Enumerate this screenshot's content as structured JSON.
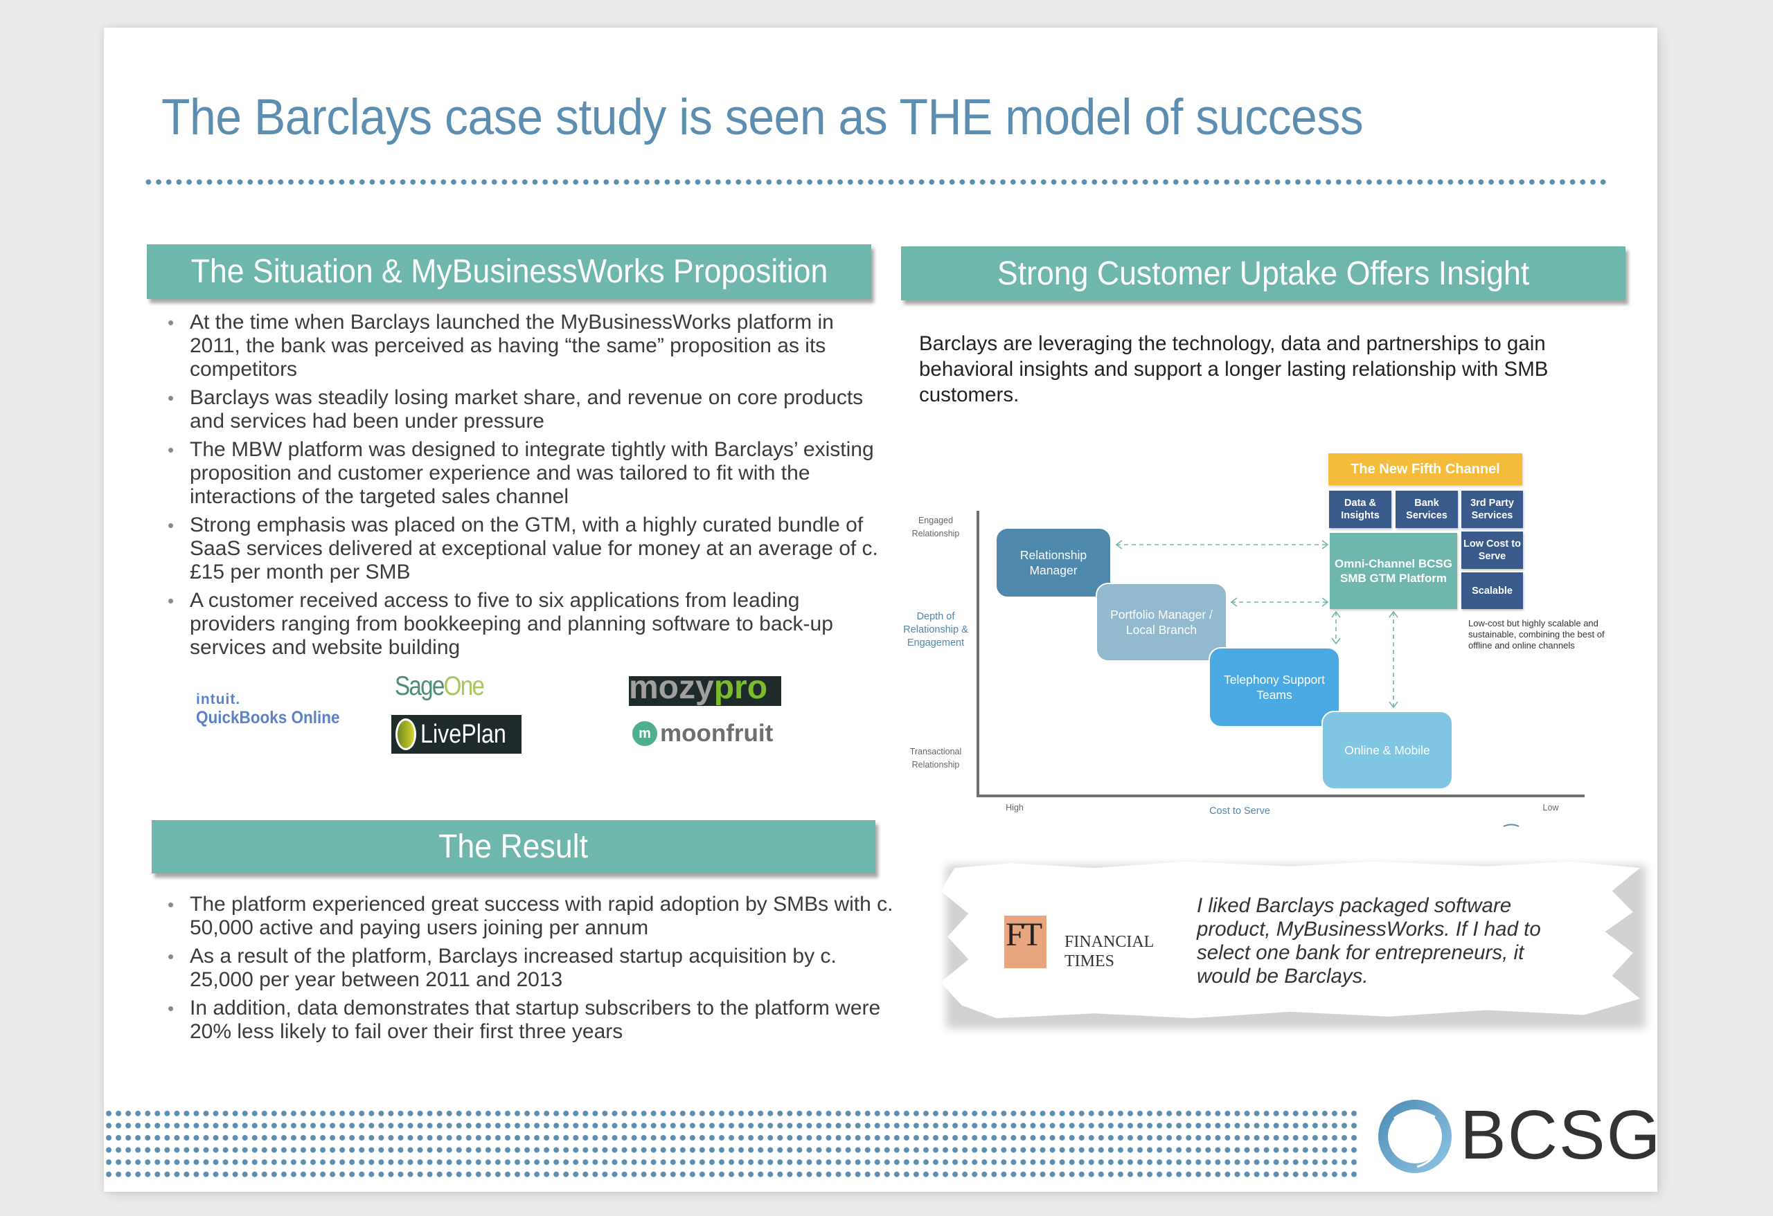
{
  "slide": {
    "title": "The Barclays case study is seen as THE model of success"
  },
  "situation": {
    "header": "The Situation & MyBusinessWorks Proposition",
    "bullets": [
      "At the time when Barclays launched the MyBusinessWorks platform in 2011, the bank was perceived as having “the same” proposition as its competitors",
      "Barclays was steadily losing market share, and revenue on core products and services had been under pressure",
      "The MBW platform was designed to integrate tightly with Barclays’ existing proposition and customer experience and was tailored to fit with the interactions of the targeted sales channel",
      "Strong emphasis was placed on the GTM, with a highly curated bundle of SaaS services delivered at exceptional value for money at an average of c. £15 per month per SMB",
      "A customer received access to five to six applications from leading providers ranging from bookkeeping and planning software to back-up services and website building"
    ],
    "logos": {
      "intuit_top": "intuit.",
      "intuit_bottom": "QuickBooks Online",
      "sage_a": "Sage",
      "sage_b": "One",
      "liveplan": "LivePlan",
      "mozy_a": "mozy",
      "mozy_b": "pro",
      "moonfruit": "moonfruit",
      "moonfruit_mark": "m"
    }
  },
  "result": {
    "header": "The Result",
    "bullets": [
      "The platform experienced great success with rapid adoption by SMBs with c. 50,000 active and paying users joining per annum",
      "As a result of the platform, Barclays increased startup acquisition by c. 25,000 per year between 2011 and 2013",
      "In addition, data demonstrates that startup subscribers to the platform were 20% less likely to fail over their first three years"
    ]
  },
  "uptake": {
    "header": "Strong Customer Uptake Offers Insight",
    "paragraph": "Barclays are leveraging the technology, data and partnerships to gain behavioral insights and support a longer lasting relationship with SMB customers."
  },
  "diagram": {
    "y_axis_title": "Depth of Relationship & Engagement",
    "y_top_label": "Engaged Relationship",
    "y_bottom_label": "Transactional Relationship",
    "x_axis_title": "Cost to Serve",
    "x_left_label": "High",
    "x_right_label": "Low",
    "channels": [
      {
        "label": "Relationship Manager",
        "color": "#4f88ad"
      },
      {
        "label": "Portfolio Manager / Local Branch",
        "color": "#93b9cf"
      },
      {
        "label": "Telephony Support Teams",
        "color": "#4aa9e2"
      },
      {
        "label": "Online & Mobile",
        "color": "#80c6e2"
      }
    ],
    "fifth_channel": "The New Fifth Channel",
    "pillars": [
      "Data & Insights",
      "Bank Services",
      "3rd Party Services"
    ],
    "omni": "Omni-Channel BCSG SMB GTM Platform",
    "side": [
      "Low Cost to Serve",
      "Scalable"
    ],
    "note": "Low-cost but highly scalable and sustainable, combining the best of offline and online channels"
  },
  "quote": {
    "ft_mark": "FT",
    "ft_name_1": "FINANCIAL",
    "ft_name_2": "TIMES",
    "text": "I liked Barclays packaged software product, MyBusinessWorks. If I had to select one bank for entrepreneurs, it would be Barclays."
  },
  "footer": {
    "brand": "BCSG"
  },
  "colors": {
    "title_blue": "#5b8eb0",
    "header_teal": "#6fb7ad",
    "fifth_channel_yellow": "#f4bc3a",
    "pillar_navy": "#3a5a8c",
    "ft_salmon": "#e8a57e"
  }
}
